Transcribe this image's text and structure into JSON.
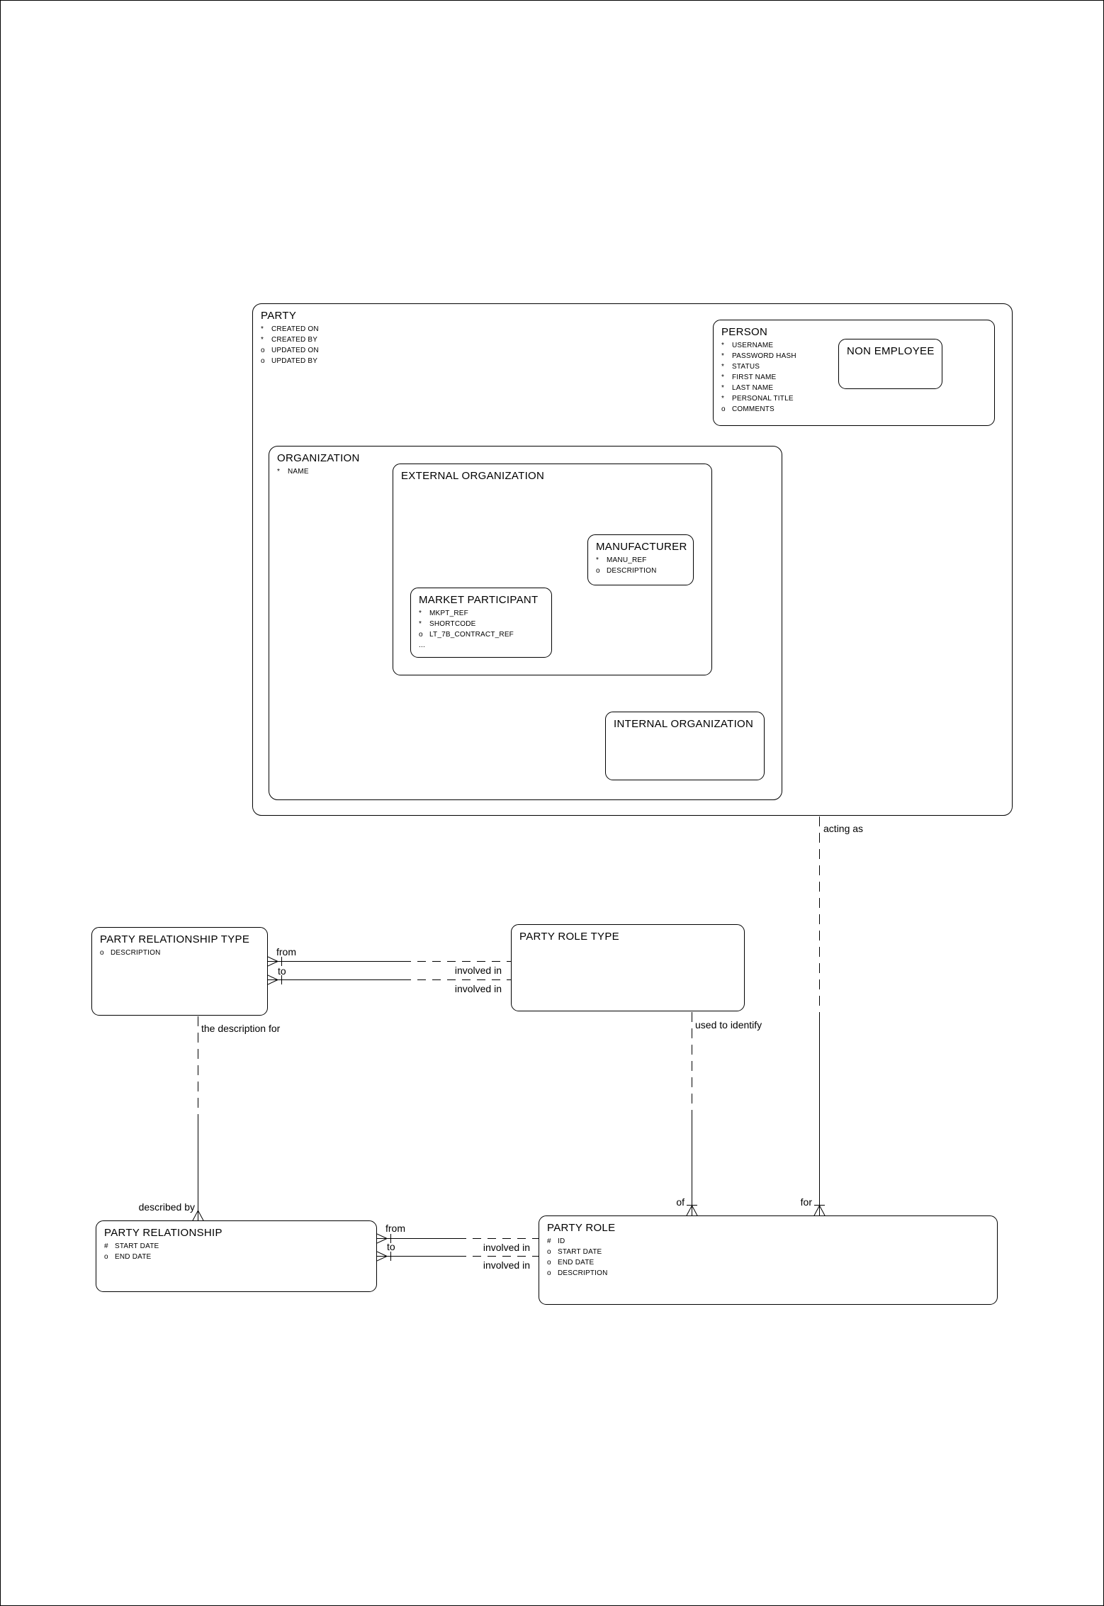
{
  "page": {
    "background": "#ffffff",
    "line_color": "#000000"
  },
  "entities": {
    "party": {
      "title": "PARTY",
      "attrs": [
        {
          "m": "*",
          "n": "CREATED ON"
        },
        {
          "m": "*",
          "n": "CREATED BY"
        },
        {
          "m": "o",
          "n": "UPDATED ON"
        },
        {
          "m": "o",
          "n": "UPDATED BY"
        }
      ]
    },
    "person": {
      "title": "PERSON",
      "attrs": [
        {
          "m": "*",
          "n": "USERNAME"
        },
        {
          "m": "*",
          "n": "PASSWORD HASH"
        },
        {
          "m": "*",
          "n": "STATUS"
        },
        {
          "m": "*",
          "n": "FIRST NAME"
        },
        {
          "m": "*",
          "n": "LAST NAME"
        },
        {
          "m": "*",
          "n": "PERSONAL TITLE"
        },
        {
          "m": "o",
          "n": "COMMENTS"
        }
      ]
    },
    "non_employee": {
      "title": "NON EMPLOYEE",
      "attrs": []
    },
    "organization": {
      "title": "ORGANIZATION",
      "attrs": [
        {
          "m": "*",
          "n": "NAME"
        }
      ]
    },
    "external_organization": {
      "title": "EXTERNAL ORGANIZATION",
      "attrs": []
    },
    "manufacturer": {
      "title": "MANUFACTURER",
      "attrs": [
        {
          "m": "*",
          "n": "MANU_REF"
        },
        {
          "m": "o",
          "n": "DESCRIPTION"
        }
      ]
    },
    "market_participant": {
      "title": "MARKET PARTICIPANT",
      "attrs": [
        {
          "m": "*",
          "n": "MKPT_REF"
        },
        {
          "m": "*",
          "n": "SHORTCODE"
        },
        {
          "m": "o",
          "n": "LT_7B_CONTRACT_REF"
        },
        {
          "m": "...",
          "n": ""
        }
      ]
    },
    "internal_organization": {
      "title": "INTERNAL ORGANIZATION",
      "attrs": []
    },
    "party_relationship_type": {
      "title": "PARTY RELATIONSHIP TYPE",
      "attrs": [
        {
          "m": "o",
          "n": "DESCRIPTION"
        }
      ]
    },
    "party_role_type": {
      "title": "PARTY ROLE TYPE",
      "attrs": []
    },
    "party_relationship": {
      "title": "PARTY RELATIONSHIP",
      "attrs": [
        {
          "m": "#",
          "n": "START DATE"
        },
        {
          "m": "o",
          "n": "END DATE"
        }
      ]
    },
    "party_role": {
      "title": "PARTY ROLE",
      "attrs": [
        {
          "m": "#",
          "n": "ID"
        },
        {
          "m": "o",
          "n": "START DATE"
        },
        {
          "m": "o",
          "n": "END DATE"
        },
        {
          "m": "o",
          "n": "DESCRIPTION"
        }
      ]
    }
  },
  "relationships": {
    "acting_as": "acting as",
    "used_to_identify": "used to identify",
    "of": "of",
    "for": "for",
    "the_description_for": "the description for",
    "described_by": "described by",
    "type_pair": {
      "from": "from",
      "to": "to",
      "involved_in_top": "involved in",
      "involved_in_bottom": "involved in"
    },
    "instance_pair": {
      "from": "from",
      "to": "to",
      "involved_in_top": "involved in",
      "involved_in_bottom": "involved in"
    }
  }
}
